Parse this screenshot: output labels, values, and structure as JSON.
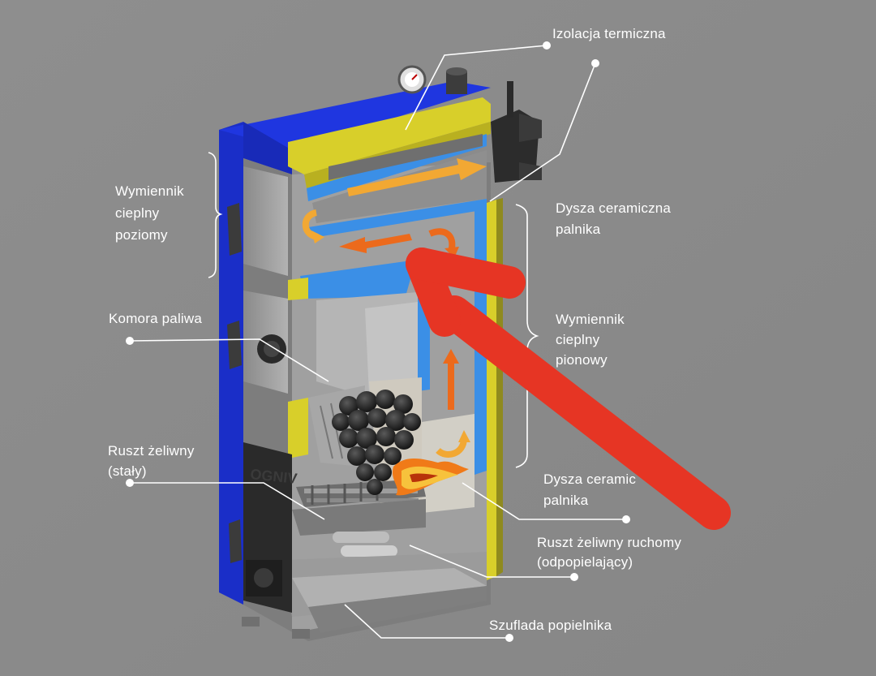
{
  "labels": {
    "izolacja": "Izolacja termiczna",
    "wym_poziomy": "Wymiennik\ncieplny\npoziomy",
    "dysza_top": "Dysza ceramiczna\npalnika",
    "komora": "Komora paliwa",
    "wym_pionowy": "Wymiennik\ncieplny\npionowy",
    "ruszt_staly": "Ruszt żeliwny\n(stały)",
    "dysza_bottom": "Dysza ceramic\npalnika",
    "ruszt_ruchomy": "Ruszt żeliwny ruchomy\n(odpopielający)",
    "szuflada": "Szuflada popielnika"
  },
  "boiler_brand": "OGNIV",
  "colors": {
    "background": "#8b8b8b",
    "casing_blue": "#1b2fd6",
    "insulation_yellow": "#d8cf2a",
    "water_jacket": "#3b8fe6",
    "steel": "#9c9c9c",
    "arrow_hot": "#ec6a1c",
    "arrow_warm": "#f2a833",
    "red_pointer": "#e63524",
    "leader_line": "#ffffff"
  }
}
